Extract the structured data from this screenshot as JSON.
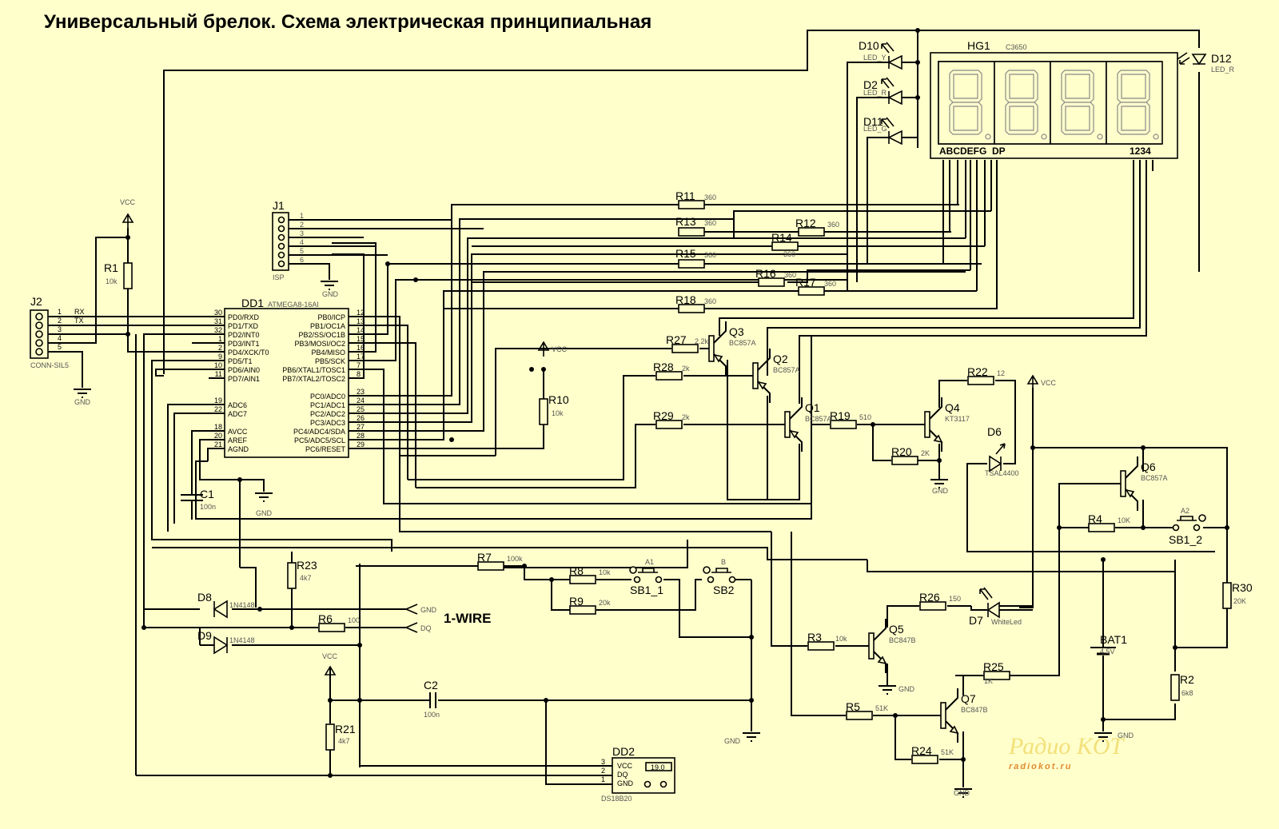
{
  "title": "Универсальный брелок. Схема электрическая принципиальная",
  "labels": {
    "one_wire": "1-WIRE",
    "vcc": "VCC",
    "gnd": "GND",
    "dq": "DQ"
  },
  "dd1": {
    "ref": "DD1",
    "part": "ATMEGA8-16AI",
    "left_pins": [
      {
        "num": "30",
        "name": "PD0/RXD"
      },
      {
        "num": "31",
        "name": "PD1/TXD"
      },
      {
        "num": "32",
        "name": "PD2/INT0"
      },
      {
        "num": "1",
        "name": "PD3/INT1"
      },
      {
        "num": "2",
        "name": "PD4/XCK/T0"
      },
      {
        "num": "9",
        "name": "PD5/T1"
      },
      {
        "num": "10",
        "name": "PD6/AIN0"
      },
      {
        "num": "11",
        "name": "PD7/AIN1"
      },
      {
        "num": "19",
        "name": "ADC6"
      },
      {
        "num": "22",
        "name": "ADC7"
      },
      {
        "num": "18",
        "name": "AVCC"
      },
      {
        "num": "20",
        "name": "AREF"
      },
      {
        "num": "21",
        "name": "AGND"
      }
    ],
    "right_pins": [
      {
        "num": "12",
        "name": "PB0/ICP"
      },
      {
        "num": "13",
        "name": "PB1/OC1A"
      },
      {
        "num": "14",
        "name": "PB2/SS/OC1B"
      },
      {
        "num": "15",
        "name": "PB3/MOSI/OC2"
      },
      {
        "num": "16",
        "name": "PB4/MISO"
      },
      {
        "num": "17",
        "name": "PB5/SCK"
      },
      {
        "num": "7",
        "name": "PB6/XTAL1/TOSC1"
      },
      {
        "num": "8",
        "name": "PB7/XTAL2/TOSC2"
      },
      {
        "num": "23",
        "name": "PC0/ADC0"
      },
      {
        "num": "24",
        "name": "PC1/ADC1"
      },
      {
        "num": "25",
        "name": "PC2/ADC2"
      },
      {
        "num": "26",
        "name": "PC3/ADC3"
      },
      {
        "num": "27",
        "name": "PC4/ADC4/SDA"
      },
      {
        "num": "28",
        "name": "PC5/ADC5/SCL"
      },
      {
        "num": "29",
        "name": "PC6/RESET"
      }
    ]
  },
  "j1": {
    "ref": "J1",
    "part": "ISP",
    "pins": [
      "1",
      "2",
      "3",
      "4",
      "5",
      "6"
    ]
  },
  "j2": {
    "ref": "J2",
    "part": "CONN-SIL5",
    "pins": [
      "1",
      "2",
      "3",
      "4",
      "5"
    ],
    "signals": [
      "RX",
      "TX"
    ]
  },
  "dd2": {
    "ref": "DD2",
    "part": "DS18B20",
    "pins": [
      {
        "num": "3",
        "name": "VCC"
      },
      {
        "num": "2",
        "name": "DQ"
      },
      {
        "num": "1",
        "name": "GND"
      }
    ],
    "readout": "19.0"
  },
  "hg1": {
    "ref": "HG1",
    "part": "C3650",
    "segments_label": "ABCDEFG  DP",
    "digits_label": "1234"
  },
  "resistors": {
    "R1": {
      "ref": "R1",
      "value": "10k"
    },
    "R2": {
      "ref": "R2",
      "value": "6k8"
    },
    "R3": {
      "ref": "R3",
      "value": "10k"
    },
    "R4": {
      "ref": "R4",
      "value": "10K"
    },
    "R5": {
      "ref": "R5",
      "value": "51K"
    },
    "R6": {
      "ref": "R6",
      "value": "100"
    },
    "R7": {
      "ref": "R7",
      "value": "100k"
    },
    "R8": {
      "ref": "R8",
      "value": "10k"
    },
    "R9": {
      "ref": "R9",
      "value": "20k"
    },
    "R10": {
      "ref": "R10",
      "value": "10k"
    },
    "R11": {
      "ref": "R11",
      "value": "360"
    },
    "R12": {
      "ref": "R12",
      "value": "360"
    },
    "R13": {
      "ref": "R13",
      "value": "360"
    },
    "R14": {
      "ref": "R14",
      "value": "360"
    },
    "R15": {
      "ref": "R15",
      "value": "360"
    },
    "R16": {
      "ref": "R16",
      "value": "360"
    },
    "R17": {
      "ref": "R17",
      "value": "360"
    },
    "R18": {
      "ref": "R18",
      "value": "360"
    },
    "R19": {
      "ref": "R19",
      "value": "510"
    },
    "R20": {
      "ref": "R20",
      "value": "2K"
    },
    "R21": {
      "ref": "R21",
      "value": "4k7"
    },
    "R22": {
      "ref": "R22",
      "value": "12"
    },
    "R23": {
      "ref": "R23",
      "value": "4k7"
    },
    "R24": {
      "ref": "R24",
      "value": "51K"
    },
    "R25": {
      "ref": "R25",
      "value": "1K"
    },
    "R26": {
      "ref": "R26",
      "value": "150"
    },
    "R27": {
      "ref": "R27",
      "value": "2.2k"
    },
    "R28": {
      "ref": "R28",
      "value": "2k"
    },
    "R29": {
      "ref": "R29",
      "value": "2k"
    },
    "R30": {
      "ref": "R30",
      "value": "20K"
    }
  },
  "capacitors": {
    "C1": {
      "ref": "C1",
      "value": "100n"
    },
    "C2": {
      "ref": "C2",
      "value": "100n"
    }
  },
  "transistors": {
    "Q1": {
      "ref": "Q1",
      "part": "BC857A"
    },
    "Q2": {
      "ref": "Q2",
      "part": "BC857A"
    },
    "Q3": {
      "ref": "Q3",
      "part": "BC857A"
    },
    "Q4": {
      "ref": "Q4",
      "part": "KT3117"
    },
    "Q5": {
      "ref": "Q5",
      "part": "BC847B"
    },
    "Q6": {
      "ref": "Q6",
      "part": "BC857A"
    },
    "Q7": {
      "ref": "Q7",
      "part": "BC847B"
    }
  },
  "diodes": {
    "D2": {
      "ref": "D2",
      "part": "LED_R"
    },
    "D6": {
      "ref": "D6",
      "part": "TSAL4400"
    },
    "D7": {
      "ref": "D7",
      "part": "WhiteLed"
    },
    "D8": {
      "ref": "D8",
      "part": "1N4148"
    },
    "D9": {
      "ref": "D9",
      "part": "1N4148"
    },
    "D10": {
      "ref": "D10",
      "part": "LED_Y"
    },
    "D11": {
      "ref": "D11",
      "part": "LED_G"
    },
    "D12": {
      "ref": "D12",
      "part": "LED_R"
    }
  },
  "buttons": {
    "SB1_1": {
      "ref": "SB1_1",
      "key": "A1"
    },
    "SB1_2": {
      "ref": "SB1_2",
      "key": "A2"
    },
    "SB2": {
      "ref": "SB2",
      "key": "B"
    }
  },
  "battery": {
    "ref": "BAT1",
    "value": "4.5V"
  },
  "watermark": {
    "logo": "Радио KOT",
    "site": "radiokot.ru"
  }
}
